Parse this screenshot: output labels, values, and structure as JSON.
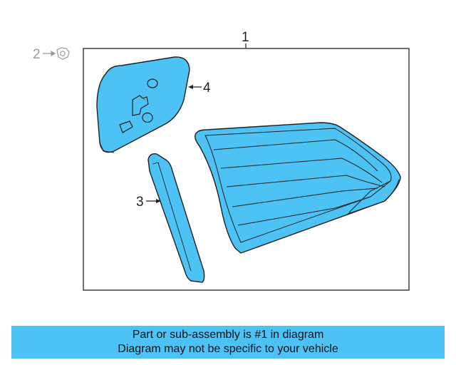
{
  "diagram": {
    "callouts": {
      "main": "1",
      "secondary": "2",
      "gasket": "3",
      "bracket": "4"
    },
    "fill_color": "#4dc3f5",
    "line_color": "#1f1f1f"
  },
  "banner": {
    "line1": "Part or sub-assembly is #1 in diagram",
    "line2": "Diagram may not be specific to your vehicle",
    "color": "#4dc3f5"
  }
}
